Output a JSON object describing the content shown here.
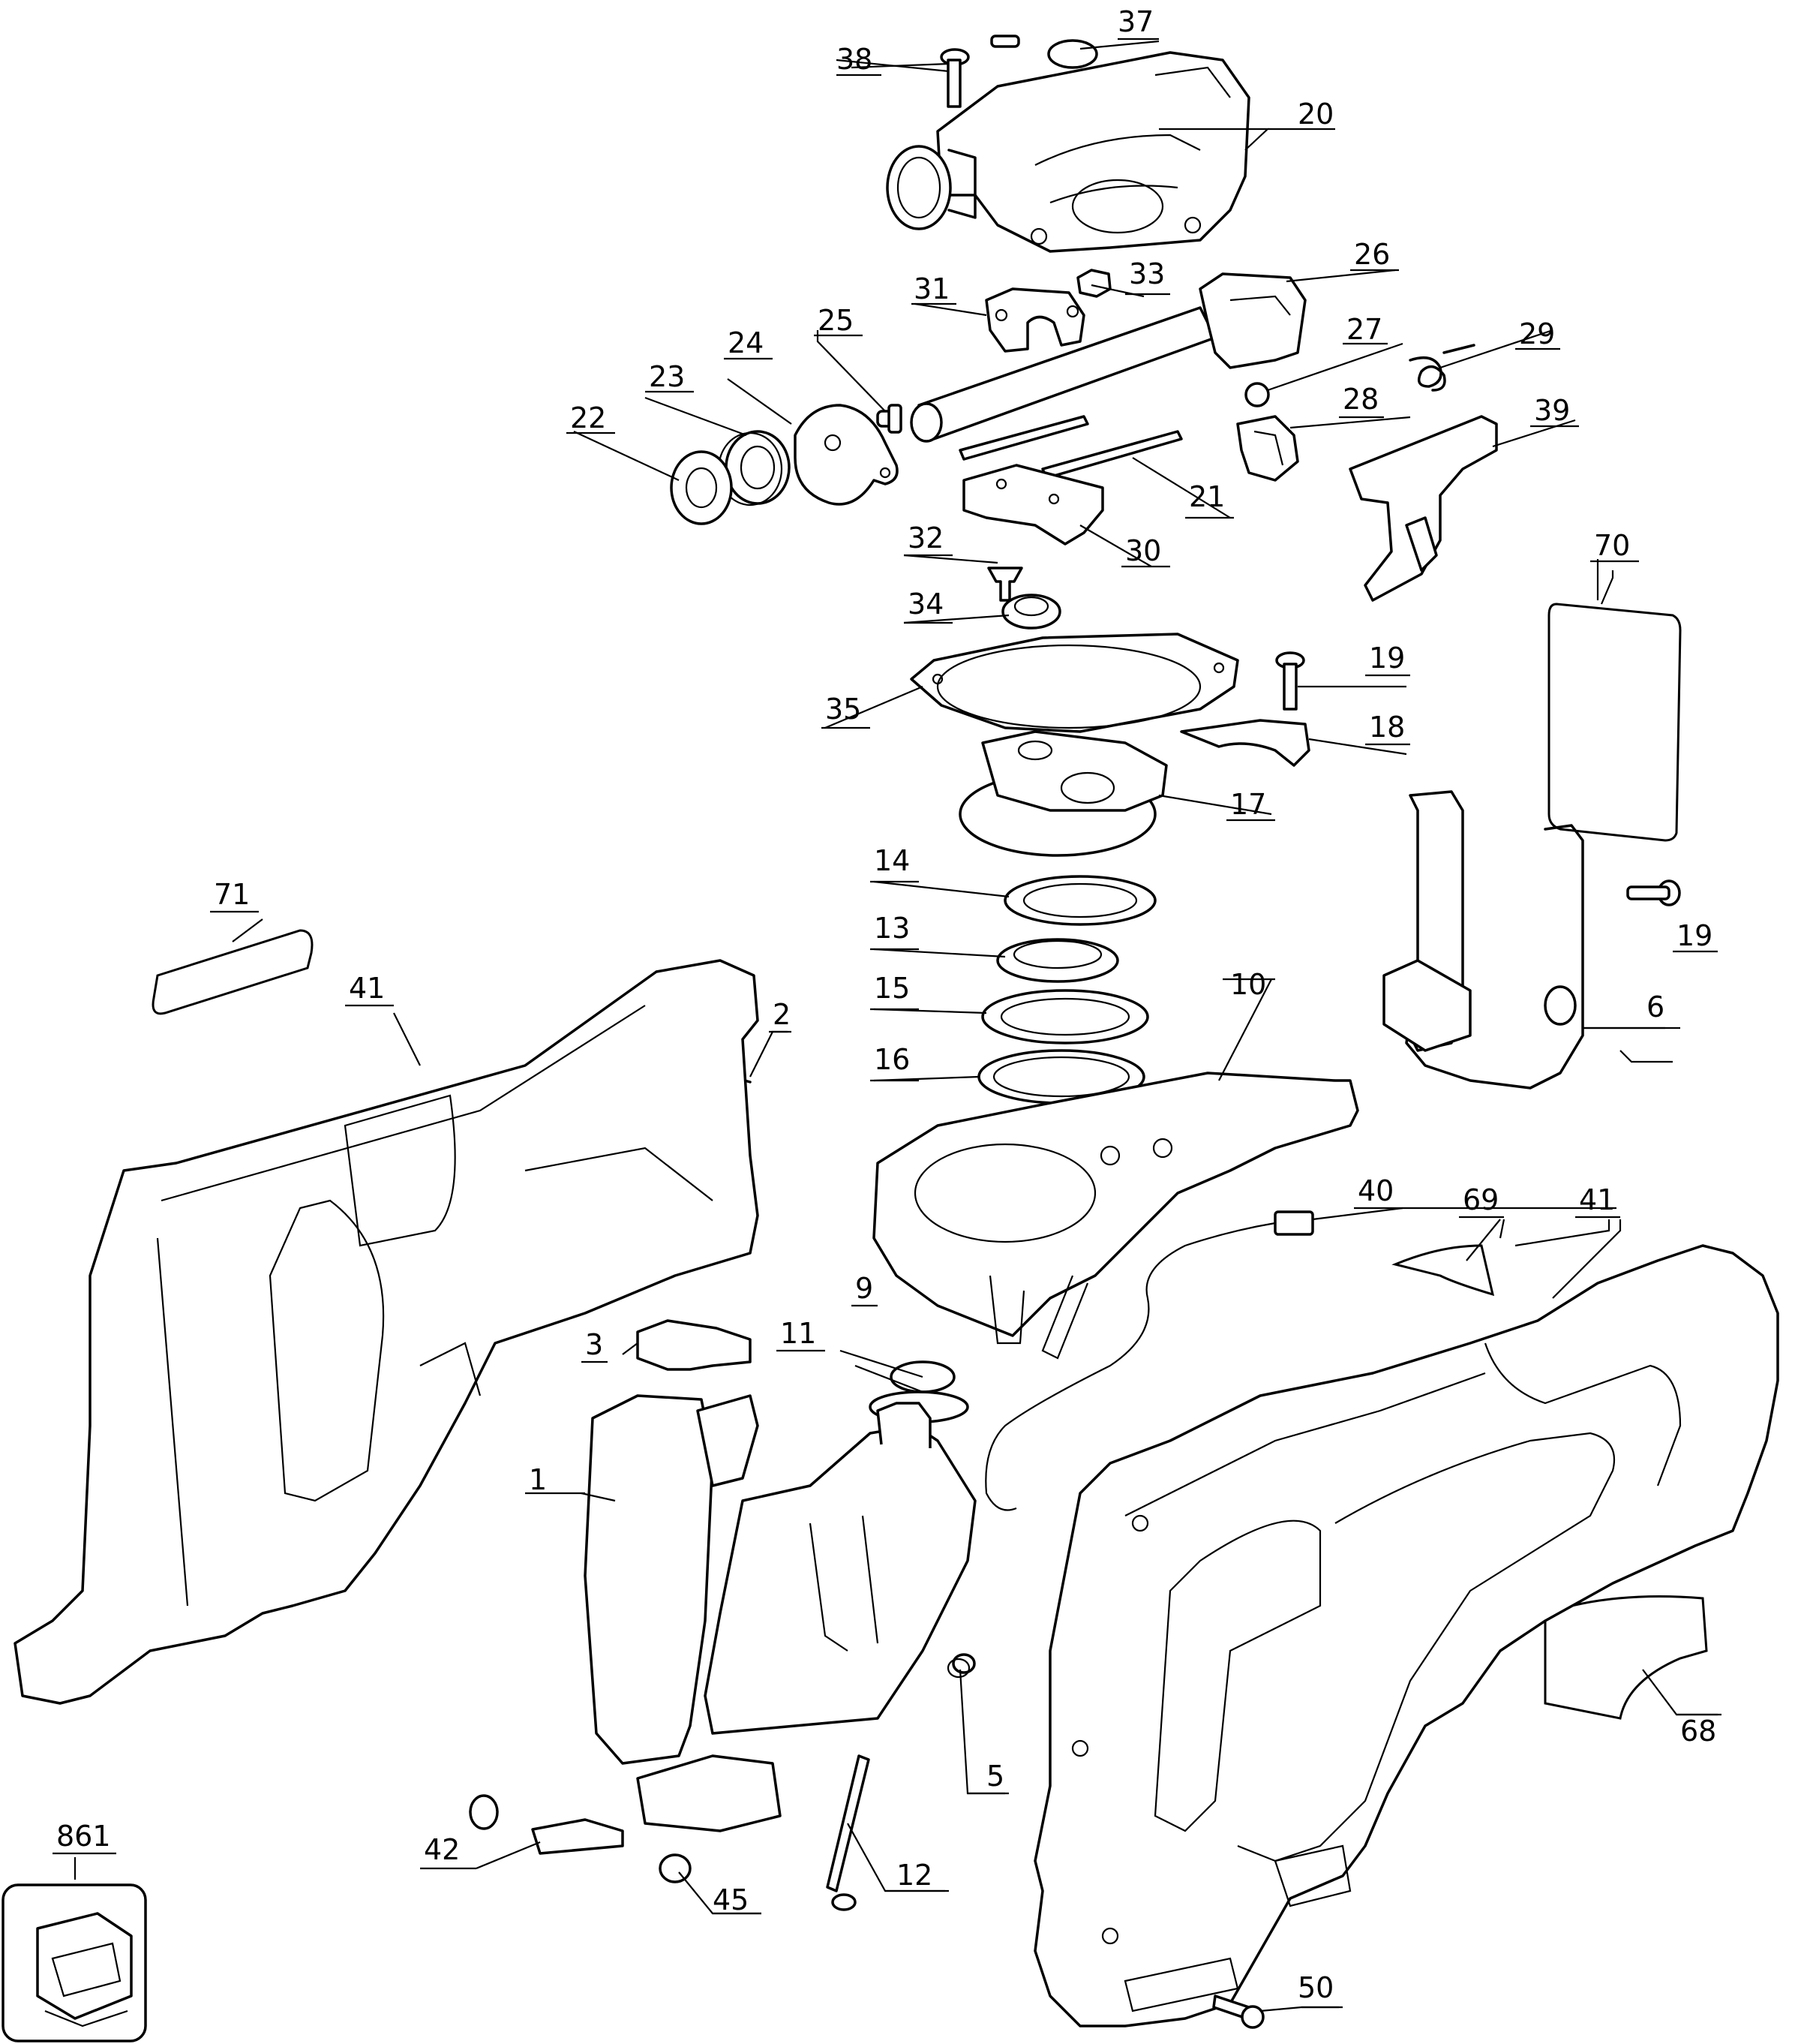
{
  "callouts": [
    {
      "id": "p1",
      "text": "1"
    },
    {
      "id": "p2",
      "text": "2"
    },
    {
      "id": "p3",
      "text": "3"
    },
    {
      "id": "p5",
      "text": "5"
    },
    {
      "id": "p6",
      "text": "6"
    },
    {
      "id": "p9",
      "text": "9"
    },
    {
      "id": "p10",
      "text": "10"
    },
    {
      "id": "p11",
      "text": "11"
    },
    {
      "id": "p12",
      "text": "12"
    },
    {
      "id": "p13",
      "text": "13"
    },
    {
      "id": "p14",
      "text": "14"
    },
    {
      "id": "p15",
      "text": "15"
    },
    {
      "id": "p16",
      "text": "16"
    },
    {
      "id": "p17",
      "text": "17"
    },
    {
      "id": "p18",
      "text": "18"
    },
    {
      "id": "p19a",
      "text": "19"
    },
    {
      "id": "p19b",
      "text": "19"
    },
    {
      "id": "p20",
      "text": "20"
    },
    {
      "id": "p21",
      "text": "21"
    },
    {
      "id": "p22",
      "text": "22"
    },
    {
      "id": "p23",
      "text": "23"
    },
    {
      "id": "p24",
      "text": "24"
    },
    {
      "id": "p25",
      "text": "25"
    },
    {
      "id": "p26",
      "text": "26"
    },
    {
      "id": "p27",
      "text": "27"
    },
    {
      "id": "p28",
      "text": "28"
    },
    {
      "id": "p29",
      "text": "29"
    },
    {
      "id": "p30",
      "text": "30"
    },
    {
      "id": "p31",
      "text": "31"
    },
    {
      "id": "p32",
      "text": "32"
    },
    {
      "id": "p33",
      "text": "33"
    },
    {
      "id": "p34",
      "text": "34"
    },
    {
      "id": "p35",
      "text": "35"
    },
    {
      "id": "p37",
      "text": "37"
    },
    {
      "id": "p38",
      "text": "38"
    },
    {
      "id": "p39",
      "text": "39"
    },
    {
      "id": "p40",
      "text": "40"
    },
    {
      "id": "p41a",
      "text": "41"
    },
    {
      "id": "p41b",
      "text": "41"
    },
    {
      "id": "p42",
      "text": "42"
    },
    {
      "id": "p45",
      "text": "45"
    },
    {
      "id": "p50",
      "text": "50"
    },
    {
      "id": "p68",
      "text": "68"
    },
    {
      "id": "p69",
      "text": "69"
    },
    {
      "id": "p70",
      "text": "70"
    },
    {
      "id": "p71",
      "text": "71"
    },
    {
      "id": "p861",
      "text": "861"
    }
  ]
}
